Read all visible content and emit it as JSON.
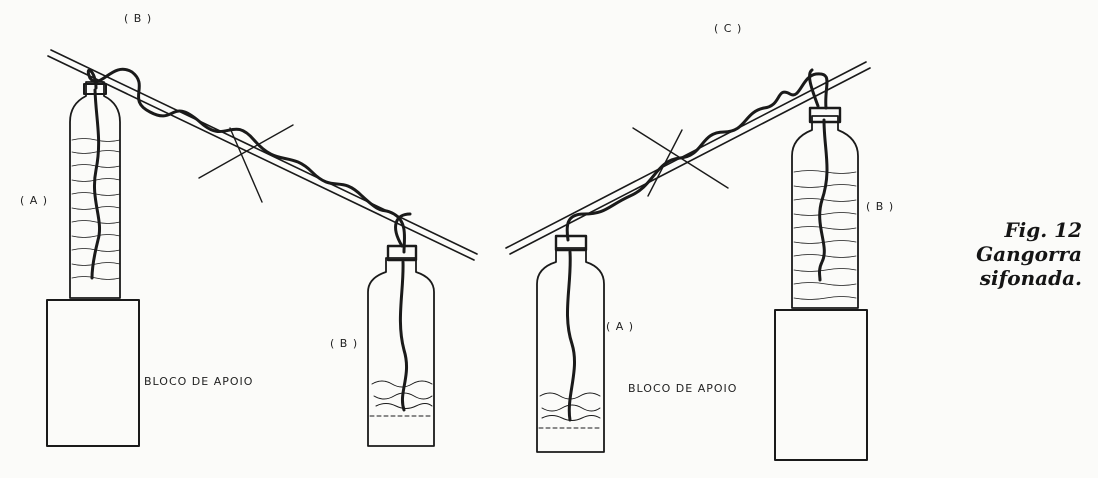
{
  "labels": {
    "left_top": "( B )",
    "left_bottle_a": "( A )",
    "left_bottle_b": "( B )",
    "left_block": "BLOCO DE APOIO",
    "right_top": "( C )",
    "right_bottle_a": "( A )",
    "right_bottle_b": "( B )",
    "right_block": "BLOCO DE APOIO"
  },
  "caption": {
    "line1": "Fig. 12",
    "line2": "Gangorra",
    "line3": "sifonada."
  }
}
